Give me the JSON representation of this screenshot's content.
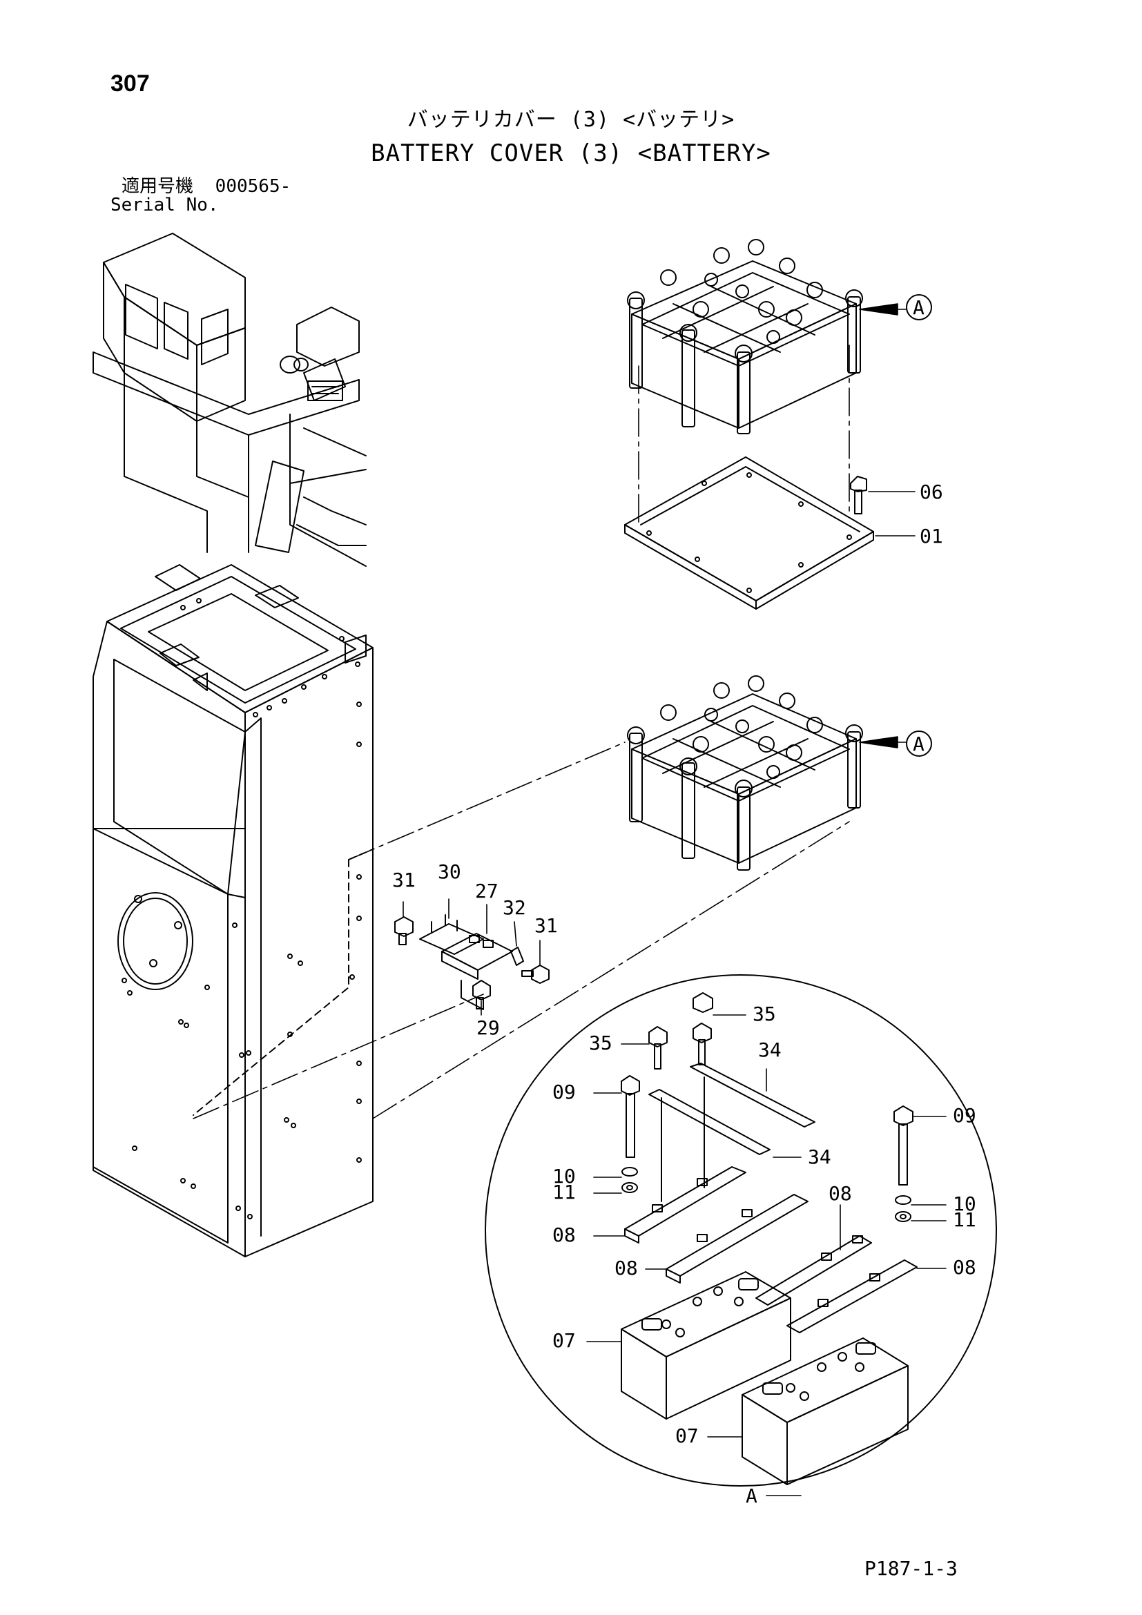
{
  "page_number": "307",
  "title_jp": "バッテリカバー (3) <バッテリ>",
  "title_en": "BATTERY COVER (3) <BATTERY>",
  "serial": {
    "label_jp": "適用号機",
    "value": "000565-",
    "label_en": "Serial No."
  },
  "callouts": {
    "ref_a": "A",
    "p06": "06",
    "p01": "01",
    "p31": "31",
    "p30": "30",
    "p27": "27",
    "p32": "32",
    "p29": "29",
    "p35": "35",
    "p34": "34",
    "p09": "09",
    "p10": "10",
    "p11": "11",
    "p08": "08",
    "p07": "07"
  },
  "page_code": "P187-1-3"
}
